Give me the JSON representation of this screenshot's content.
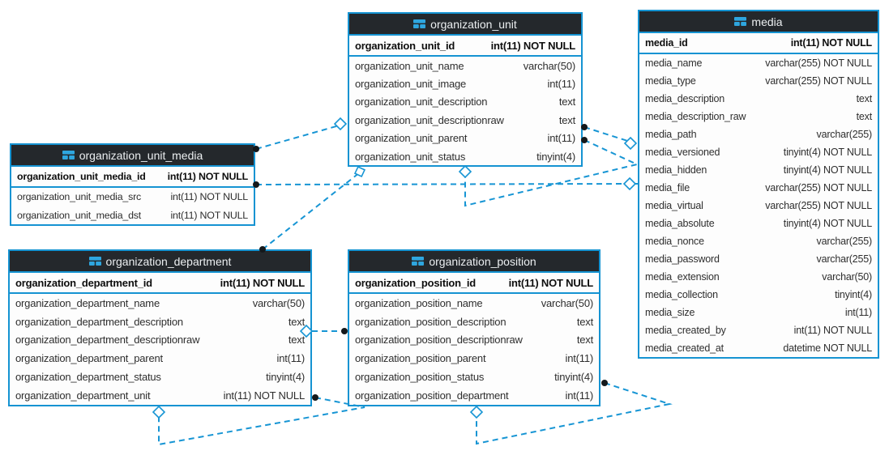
{
  "diagram": {
    "tool": "database-er-diagram",
    "colors": {
      "accent": "#1593d2",
      "line": "#1795d4",
      "title_bar": "#24282c",
      "title_text": "#eceff1",
      "row_text": "#2e2e2e",
      "background": "#ffffff"
    },
    "tables": [
      {
        "name": "organization_unit",
        "icon": "table-icon",
        "pk": {
          "name": "organization_unit_id",
          "type": "int(11) NOT NULL"
        },
        "columns": [
          {
            "name": "organization_unit_name",
            "type": "varchar(50)"
          },
          {
            "name": "organization_unit_image",
            "type": "int(11)"
          },
          {
            "name": "organization_unit_description",
            "type": "text"
          },
          {
            "name": "organization_unit_descriptionraw",
            "type": "text"
          },
          {
            "name": "organization_unit_parent",
            "type": "int(11)"
          },
          {
            "name": "organization_unit_status",
            "type": "tinyint(4)"
          }
        ]
      },
      {
        "name": "media",
        "icon": "table-icon",
        "pk": {
          "name": "media_id",
          "type": "int(11) NOT NULL"
        },
        "columns": [
          {
            "name": "media_name",
            "type": "varchar(255) NOT NULL"
          },
          {
            "name": "media_type",
            "type": "varchar(255) NOT NULL"
          },
          {
            "name": "media_description",
            "type": "text"
          },
          {
            "name": "media_description_raw",
            "type": "text"
          },
          {
            "name": "media_path",
            "type": "varchar(255)"
          },
          {
            "name": "media_versioned",
            "type": "tinyint(4) NOT NULL"
          },
          {
            "name": "media_hidden",
            "type": "tinyint(4) NOT NULL"
          },
          {
            "name": "media_file",
            "type": "varchar(255) NOT NULL"
          },
          {
            "name": "media_virtual",
            "type": "varchar(255) NOT NULL"
          },
          {
            "name": "media_absolute",
            "type": "tinyint(4) NOT NULL"
          },
          {
            "name": "media_nonce",
            "type": "varchar(255)"
          },
          {
            "name": "media_password",
            "type": "varchar(255)"
          },
          {
            "name": "media_extension",
            "type": "varchar(50)"
          },
          {
            "name": "media_collection",
            "type": "tinyint(4)"
          },
          {
            "name": "media_size",
            "type": "int(11)"
          },
          {
            "name": "media_created_by",
            "type": "int(11) NOT NULL"
          },
          {
            "name": "media_created_at",
            "type": "datetime NOT NULL"
          }
        ]
      },
      {
        "name": "organization_unit_media",
        "icon": "table-icon",
        "pk": {
          "name": "organization_unit_media_id",
          "type": "int(11) NOT NULL"
        },
        "columns": [
          {
            "name": "organization_unit_media_src",
            "type": "int(11) NOT NULL"
          },
          {
            "name": "organization_unit_media_dst",
            "type": "int(11) NOT NULL"
          }
        ]
      },
      {
        "name": "organization_department",
        "icon": "table-icon",
        "pk": {
          "name": "organization_department_id",
          "type": "int(11) NOT NULL"
        },
        "columns": [
          {
            "name": "organization_department_name",
            "type": "varchar(50)"
          },
          {
            "name": "organization_department_description",
            "type": "text"
          },
          {
            "name": "organization_department_descriptionraw",
            "type": "text"
          },
          {
            "name": "organization_department_parent",
            "type": "int(11)"
          },
          {
            "name": "organization_department_status",
            "type": "tinyint(4)"
          },
          {
            "name": "organization_department_unit",
            "type": "int(11) NOT NULL"
          }
        ]
      },
      {
        "name": "organization_position",
        "icon": "table-icon",
        "pk": {
          "name": "organization_position_id",
          "type": "int(11) NOT NULL"
        },
        "columns": [
          {
            "name": "organization_position_name",
            "type": "varchar(50)"
          },
          {
            "name": "organization_position_description",
            "type": "text"
          },
          {
            "name": "organization_position_descriptionraw",
            "type": "text"
          },
          {
            "name": "organization_position_parent",
            "type": "int(11)"
          },
          {
            "name": "organization_position_status",
            "type": "tinyint(4)"
          },
          {
            "name": "organization_position_department",
            "type": "int(11)"
          }
        ]
      }
    ],
    "relationships": [
      {
        "from": "organization_unit_media",
        "to": "organization_unit",
        "from_marker": "dot",
        "to_marker": "diamond",
        "style": "dashed"
      },
      {
        "from": "organization_unit_media",
        "to": "media",
        "from_marker": "dot",
        "to_marker": "diamond",
        "style": "dashed"
      },
      {
        "from": "organization_department",
        "to": "organization_unit",
        "from_marker": "dot",
        "to_marker": "square",
        "style": "dashed"
      },
      {
        "from": "organization_unit",
        "to": "media",
        "from_marker": "dot",
        "to_marker": "diamond",
        "style": "dashed"
      },
      {
        "from": "organization_unit",
        "to": "organization_unit",
        "kind": "self-reference",
        "from_marker": "dot",
        "to_marker": "diamond",
        "style": "dashed"
      },
      {
        "from": "organization_department",
        "to": "organization_department",
        "kind": "self-reference",
        "from_marker": "dot",
        "to_marker": "diamond",
        "style": "dashed"
      },
      {
        "from": "organization_position",
        "to": "organization_position",
        "kind": "self-reference",
        "from_marker": "dot",
        "to_marker": "diamond",
        "style": "dashed"
      },
      {
        "from": "organization_position",
        "to": "organization_department",
        "from_marker": "dot",
        "to_marker": "diamond",
        "style": "dashed"
      }
    ]
  }
}
